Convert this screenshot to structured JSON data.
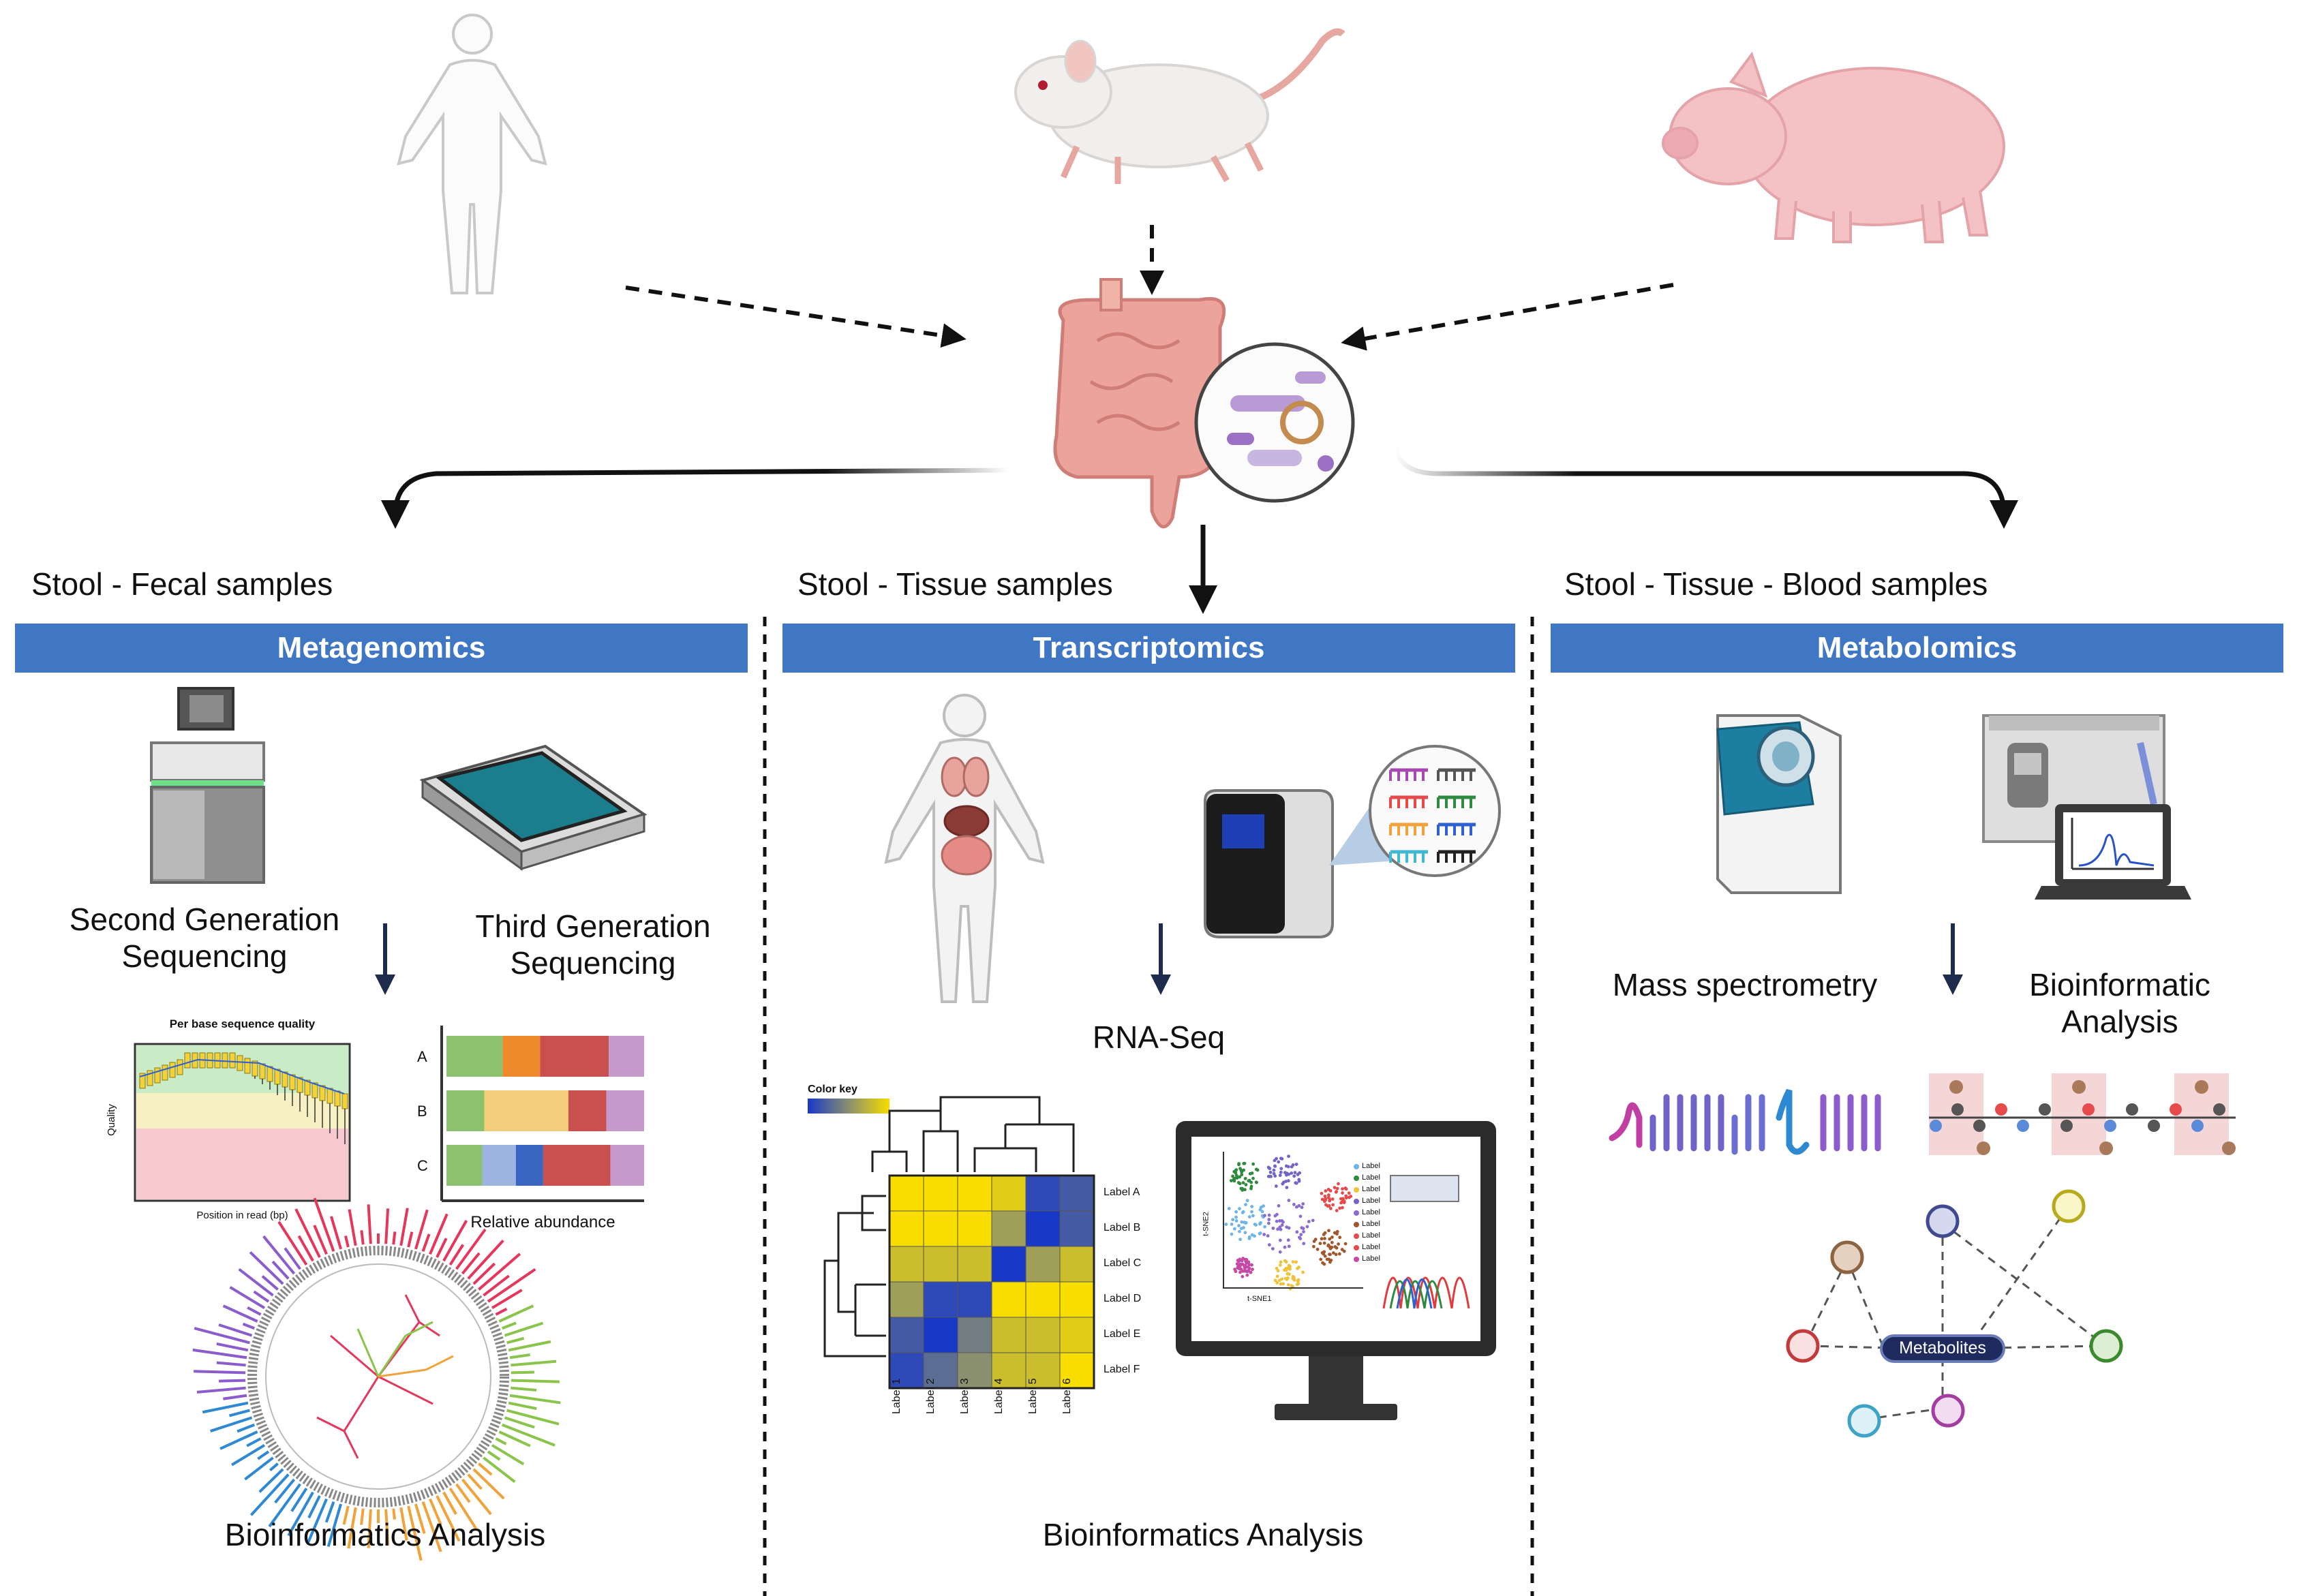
{
  "samples": {
    "fecal": "Stool - Fecal samples",
    "tissue": "Stool - Tissue samples",
    "blood": "Stool - Tissue - Blood samples"
  },
  "sections": {
    "metagenomics": "Metagenomics",
    "transcriptomics": "Transcriptomics",
    "metabolomics": "Metabolomics"
  },
  "metagenomics": {
    "second_gen_line1": "Second Generation",
    "second_gen_line2": "Sequencing",
    "third_gen_line1": "Third Generation",
    "third_gen_line2": "Sequencing",
    "quality_plot": {
      "title": "Per base sequence quality",
      "ylabel": "Quality",
      "xlabel": "Position in read (bp)"
    },
    "abundance": {
      "xlabel": "Relative abundance",
      "rows": [
        {
          "label": "A",
          "segments": [
            {
              "value": 0.27,
              "color": "#8cc26d"
            },
            {
              "value": 0.18,
              "color": "#ee8a2b"
            },
            {
              "value": 0.33,
              "color": "#c9504f"
            },
            {
              "value": 0.17,
              "color": "#c49acb"
            }
          ]
        },
        {
          "label": "B",
          "segments": [
            {
              "value": 0.18,
              "color": "#8cc26d"
            },
            {
              "value": 0.4,
              "color": "#f3cd7b"
            },
            {
              "value": 0.18,
              "color": "#c9504f"
            },
            {
              "value": 0.18,
              "color": "#c49acb"
            }
          ]
        },
        {
          "label": "C",
          "segments": [
            {
              "value": 0.17,
              "color": "#8cc26d"
            },
            {
              "value": 0.16,
              "color": "#9db3e0"
            },
            {
              "value": 0.13,
              "color": "#3a66c2"
            },
            {
              "value": 0.32,
              "color": "#c9504f"
            },
            {
              "value": 0.16,
              "color": "#c49acb"
            }
          ]
        }
      ]
    },
    "analysis": "Bioinformatics Analysis"
  },
  "transcriptomics": {
    "rnaseq": "RNA-Seq",
    "color_key": "Color key",
    "heatmap": {
      "row_labels": [
        "Label A",
        "Label B",
        "Label C",
        "Label D",
        "Label E",
        "Label F"
      ],
      "col_labels": [
        "Label 1",
        "Label 2",
        "Label 3",
        "Label 4",
        "Label 5",
        "Label 6"
      ],
      "values": [
        [
          1.0,
          1.0,
          1.0,
          0.9,
          0.1,
          0.2
        ],
        [
          1.0,
          1.0,
          1.0,
          0.6,
          0.0,
          0.2
        ],
        [
          0.8,
          0.8,
          0.8,
          0.0,
          0.6,
          0.8
        ],
        [
          0.6,
          0.1,
          0.1,
          1.0,
          1.0,
          1.0
        ],
        [
          0.2,
          0.0,
          0.4,
          0.8,
          0.8,
          0.9
        ],
        [
          0.1,
          0.3,
          0.5,
          0.8,
          0.8,
          1.0
        ]
      ]
    },
    "tsne": {
      "xlabel": "t-SNE1",
      "ylabel": "t-SNE2",
      "legend": [
        "Label",
        "Label",
        "Label",
        "Label",
        "Label",
        "Label",
        "Label",
        "Label",
        "Label"
      ]
    },
    "analysis": "Bioinformatics Analysis"
  },
  "metabolomics": {
    "mass_spec": "Mass spectrometry",
    "bioinfo_line1": "Bioinformatic",
    "bioinfo_line2": "Analysis",
    "metabolites": "Metabolites"
  },
  "colors": {
    "accent": "#3f77c5",
    "arrow_dark": "#1f2b4d",
    "heat_low": "#1839c8",
    "heat_high": "#f7dd00"
  }
}
